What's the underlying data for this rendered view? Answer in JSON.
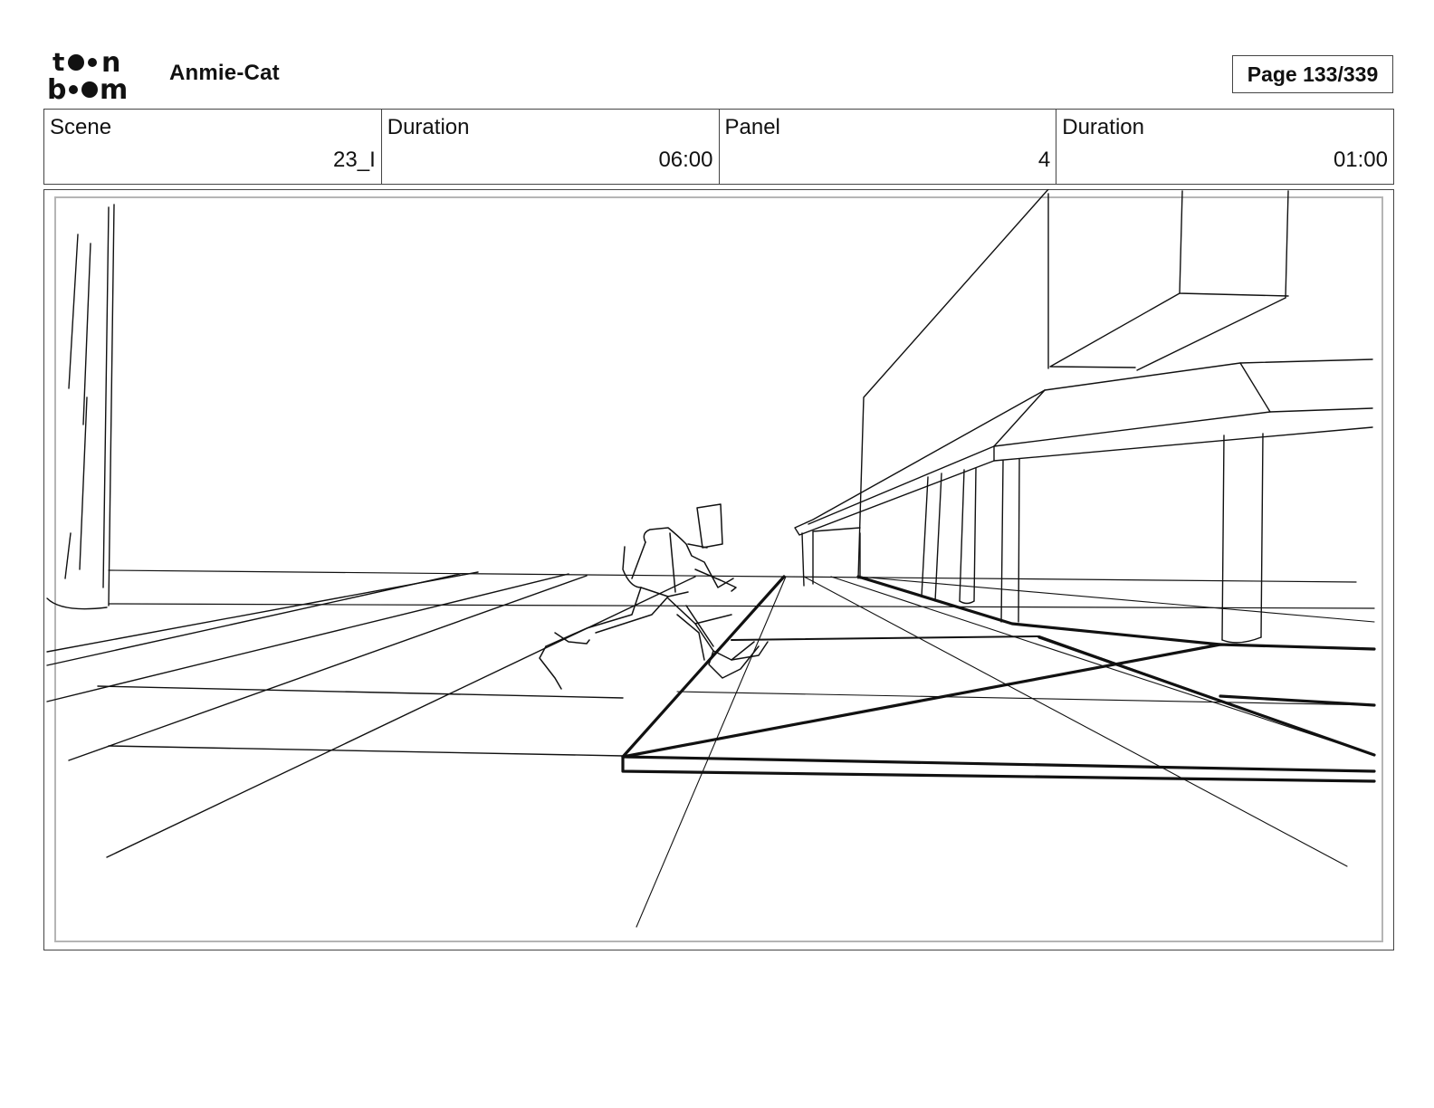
{
  "header": {
    "logo_icon": "toonboom-logo",
    "project_title": "Anmie-Cat",
    "page_label": "Page 133/339"
  },
  "info": {
    "scene_label": "Scene",
    "scene_value": "23_I",
    "scene_duration_label": "Duration",
    "scene_duration_value": "06:00",
    "panel_label": "Panel",
    "panel_value": "4",
    "panel_duration_label": "Duration",
    "panel_duration_value": "01:00"
  },
  "panel": {
    "image_icon": "storyboard-sketch-figure-running-street"
  }
}
